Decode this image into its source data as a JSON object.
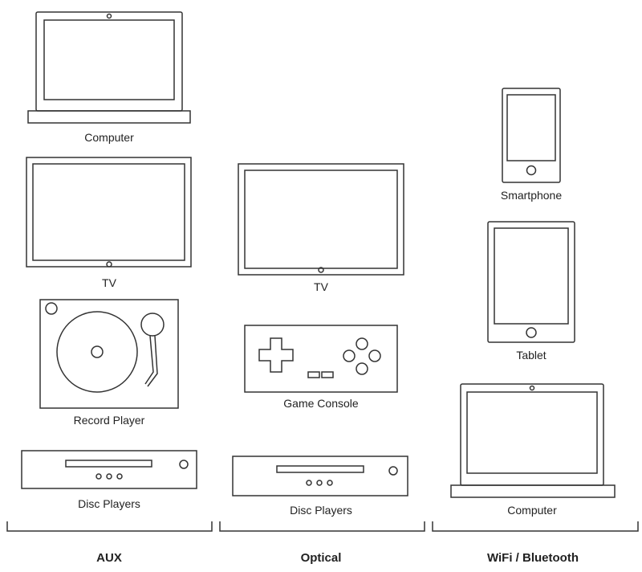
{
  "groups": {
    "aux": {
      "title": "AUX",
      "devices": {
        "computer": "Computer",
        "tv": "TV",
        "record_player": "Record Player",
        "disc_players": "Disc Players"
      }
    },
    "optical": {
      "title": "Optical",
      "devices": {
        "tv": "TV",
        "game_console": "Game Console",
        "disc_players": "Disc Players"
      }
    },
    "wireless": {
      "title": "WiFi / Bluetooth",
      "devices": {
        "smartphone": "Smartphone",
        "tablet": "Tablet",
        "computer": "Computer"
      }
    }
  },
  "icons": {
    "computer": "laptop-icon",
    "tv": "tv-icon",
    "record_player": "turntable-icon",
    "disc_player": "disc-player-icon",
    "game_console": "game-controller-icon",
    "smartphone": "smartphone-icon",
    "tablet": "tablet-icon"
  },
  "colors": {
    "line": "#333333",
    "text": "#222222",
    "background": "#ffffff"
  }
}
